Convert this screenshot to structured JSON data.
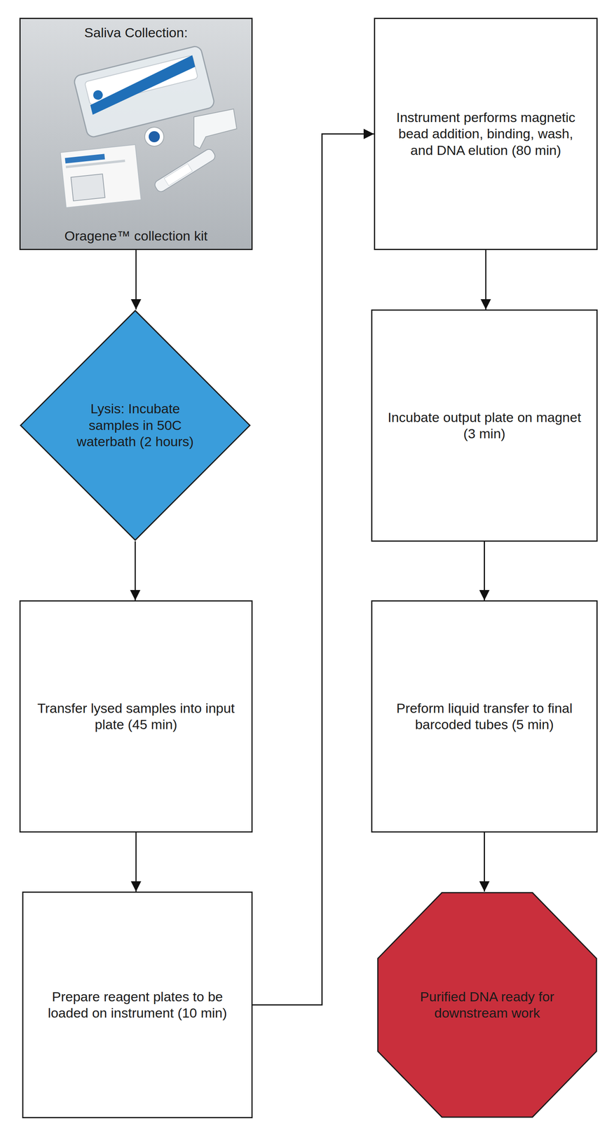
{
  "diagram": {
    "nodes": [
      {
        "text": [
          "Saliva Collection:",
          "Oragene™ collection kit"
        ]
      },
      {
        "text": [
          "Lysis: Incubate samples in 50C waterbath (2 hours)"
        ]
      },
      {
        "text": [
          "Transfer lysed samples into input plate (45 min)"
        ]
      },
      {
        "text": [
          "Prepare reagent plates to be loaded on instrument (10 min)"
        ]
      },
      {
        "text": [
          "Instrument performs magnetic bead addition, binding, wash, and DNA elution (80 min)"
        ]
      },
      {
        "text": [
          "Incubate output plate on magnet (3 min)"
        ]
      },
      {
        "text": [
          "Preform liquid transfer to final barcoded tubes (5 min)"
        ]
      },
      {
        "text": [
          "Purified DNA ready for downstream work"
        ]
      }
    ],
    "edges": [
      {
        "from": 0,
        "to": 1,
        "arrow": "to"
      },
      {
        "from": 1,
        "to": 2,
        "arrow": "to"
      },
      {
        "from": 2,
        "to": 3,
        "arrow": "to"
      },
      {
        "from": 3,
        "to": 4,
        "arrow": "to"
      },
      {
        "from": 4,
        "to": 5,
        "arrow": "to"
      },
      {
        "from": 5,
        "to": 6,
        "arrow": "to"
      },
      {
        "from": 6,
        "to": 7,
        "arrow": "to"
      }
    ]
  }
}
